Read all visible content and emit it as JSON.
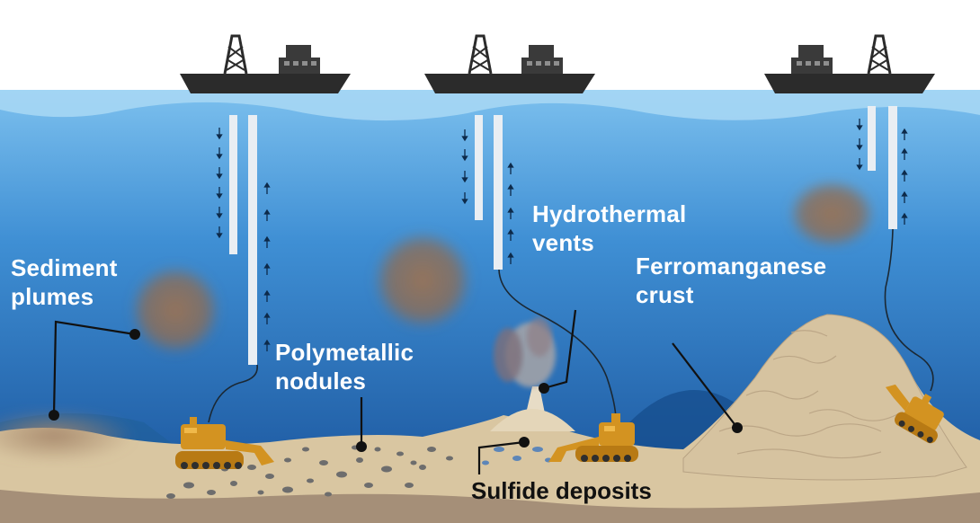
{
  "labels": {
    "sediment_plumes": [
      "Sediment",
      "plumes"
    ],
    "polymetallic_nodules": [
      "Polymetallic",
      "nodules"
    ],
    "hydrothermal_vents": [
      "Hydrothermal",
      "vents"
    ],
    "ferromanganese_crust": [
      "Ferromanganese",
      "crust"
    ],
    "sulfide_deposits": "Sulfide deposits"
  },
  "colors": {
    "sky": "#ffffff",
    "ocean_top": "#6fb6e8",
    "ocean_bottom": "#1a5ea6",
    "seafloor": "#d8c5a0",
    "bedrock": "#a58f78",
    "plume": "#9a7355",
    "ship": "#2b2b2b",
    "pipe": "#e9eef3",
    "vehicle": "#d39321",
    "rock": "#6d6d6d",
    "callout_line": "#111111"
  },
  "icons": [
    "drilling-ship-icon",
    "mining-vehicle-icon",
    "riser-pipe-icon",
    "sediment-plume-icon",
    "callout-dot-icon"
  ]
}
